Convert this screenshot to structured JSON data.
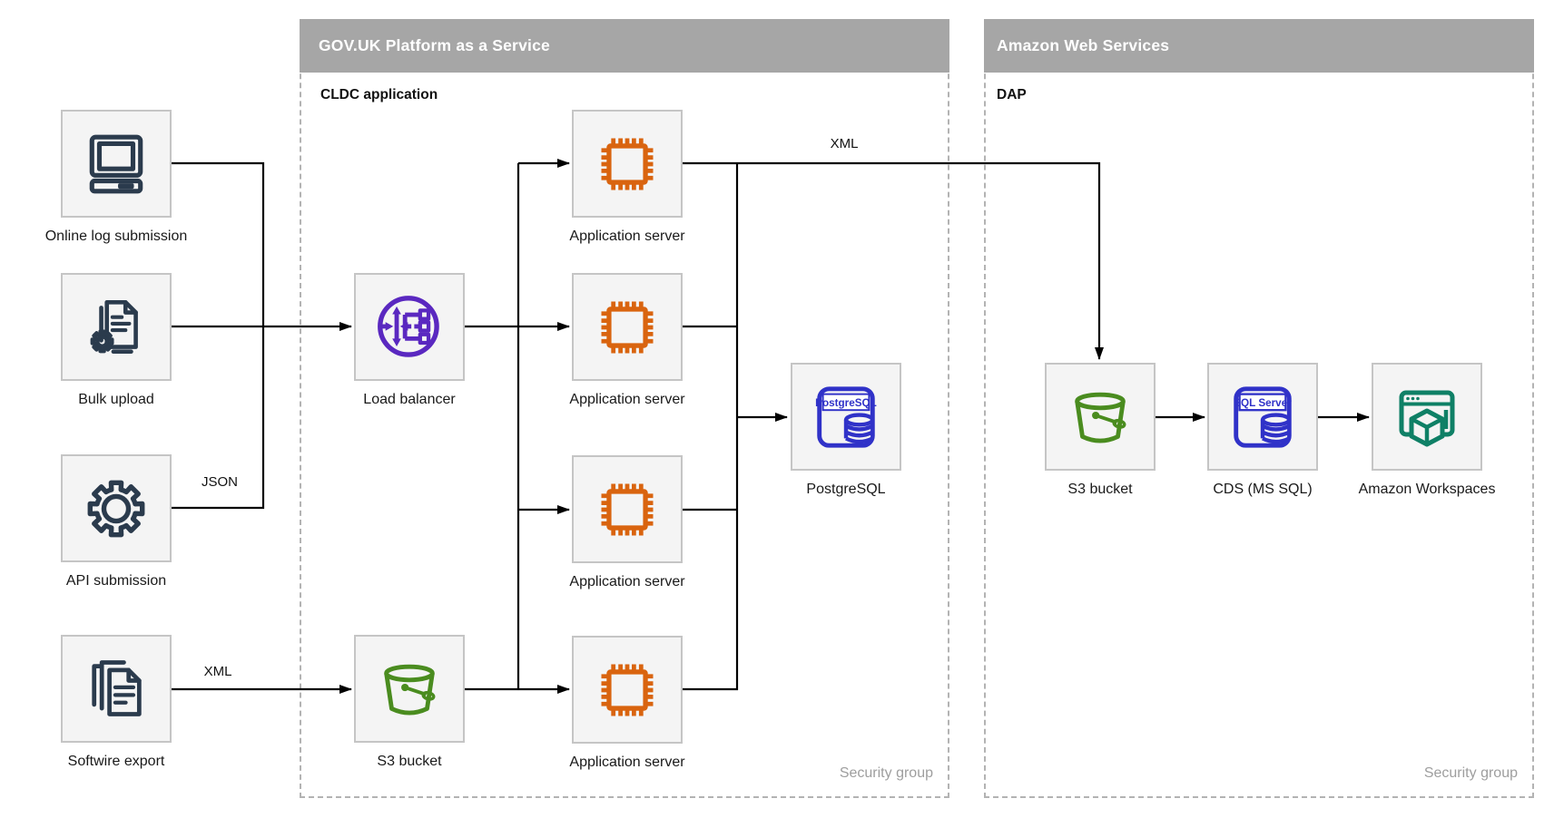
{
  "containers": [
    {
      "title": "GOV.UK Platform as a Service",
      "sublabel": "CLDC application",
      "corner_label": "Security group"
    },
    {
      "title": "Amazon Web Services",
      "sublabel": "DAP",
      "corner_label": "Security group"
    }
  ],
  "nodes": [
    {
      "id": "online-log-submission",
      "label": "Online log submission",
      "icon": "desktop-computer-icon"
    },
    {
      "id": "bulk-upload",
      "label": "Bulk upload",
      "icon": "document-with-gear-icon"
    },
    {
      "id": "api-submission",
      "label": "API submission",
      "icon": "gear-icon"
    },
    {
      "id": "softwire-export",
      "label": "Softwire export",
      "icon": "document-stack-icon"
    },
    {
      "id": "load-balancer",
      "label": "Load balancer",
      "icon": "load-balancer-icon"
    },
    {
      "id": "app-server-1",
      "label": "Application server",
      "icon": "chip-icon"
    },
    {
      "id": "app-server-2",
      "label": "Application server",
      "icon": "chip-icon"
    },
    {
      "id": "app-server-3",
      "label": "Application server",
      "icon": "chip-icon"
    },
    {
      "id": "postgresql",
      "label": "PostgreSQL",
      "icon": "postgresql-database-icon",
      "icon_text": "PostgreSQL"
    },
    {
      "id": "s3-bucket-paas",
      "label": "S3 bucket",
      "icon": "s3-bucket-icon"
    },
    {
      "id": "app-server-4",
      "label": "Application server",
      "icon": "chip-icon"
    },
    {
      "id": "s3-bucket-aws",
      "label": "S3 bucket",
      "icon": "s3-bucket-icon"
    },
    {
      "id": "cds-ms-sql",
      "label": "CDS (MS SQL)",
      "icon": "sql-server-database-icon",
      "icon_text": "SQL Server"
    },
    {
      "id": "amazon-workspaces",
      "label": "Amazon Workspaces",
      "icon": "browser-cube-icon"
    }
  ],
  "edge_labels": [
    {
      "text": "JSON"
    },
    {
      "text": "XML"
    },
    {
      "text": "XML"
    }
  ],
  "colors": {
    "navy": "#2b3b4d",
    "orange": "#d9640f",
    "purple": "#5a28c0",
    "green": "#4a8c1f",
    "indigo": "#3032c8",
    "teal": "#0f8066",
    "bar": "#a6a6a6",
    "dashed": "#b3b3b3",
    "boxfill": "#f4f4f4",
    "boxborder": "#c5c5c5",
    "wire": "#000000",
    "text": "#191919",
    "muted": "#9e9e9e"
  }
}
